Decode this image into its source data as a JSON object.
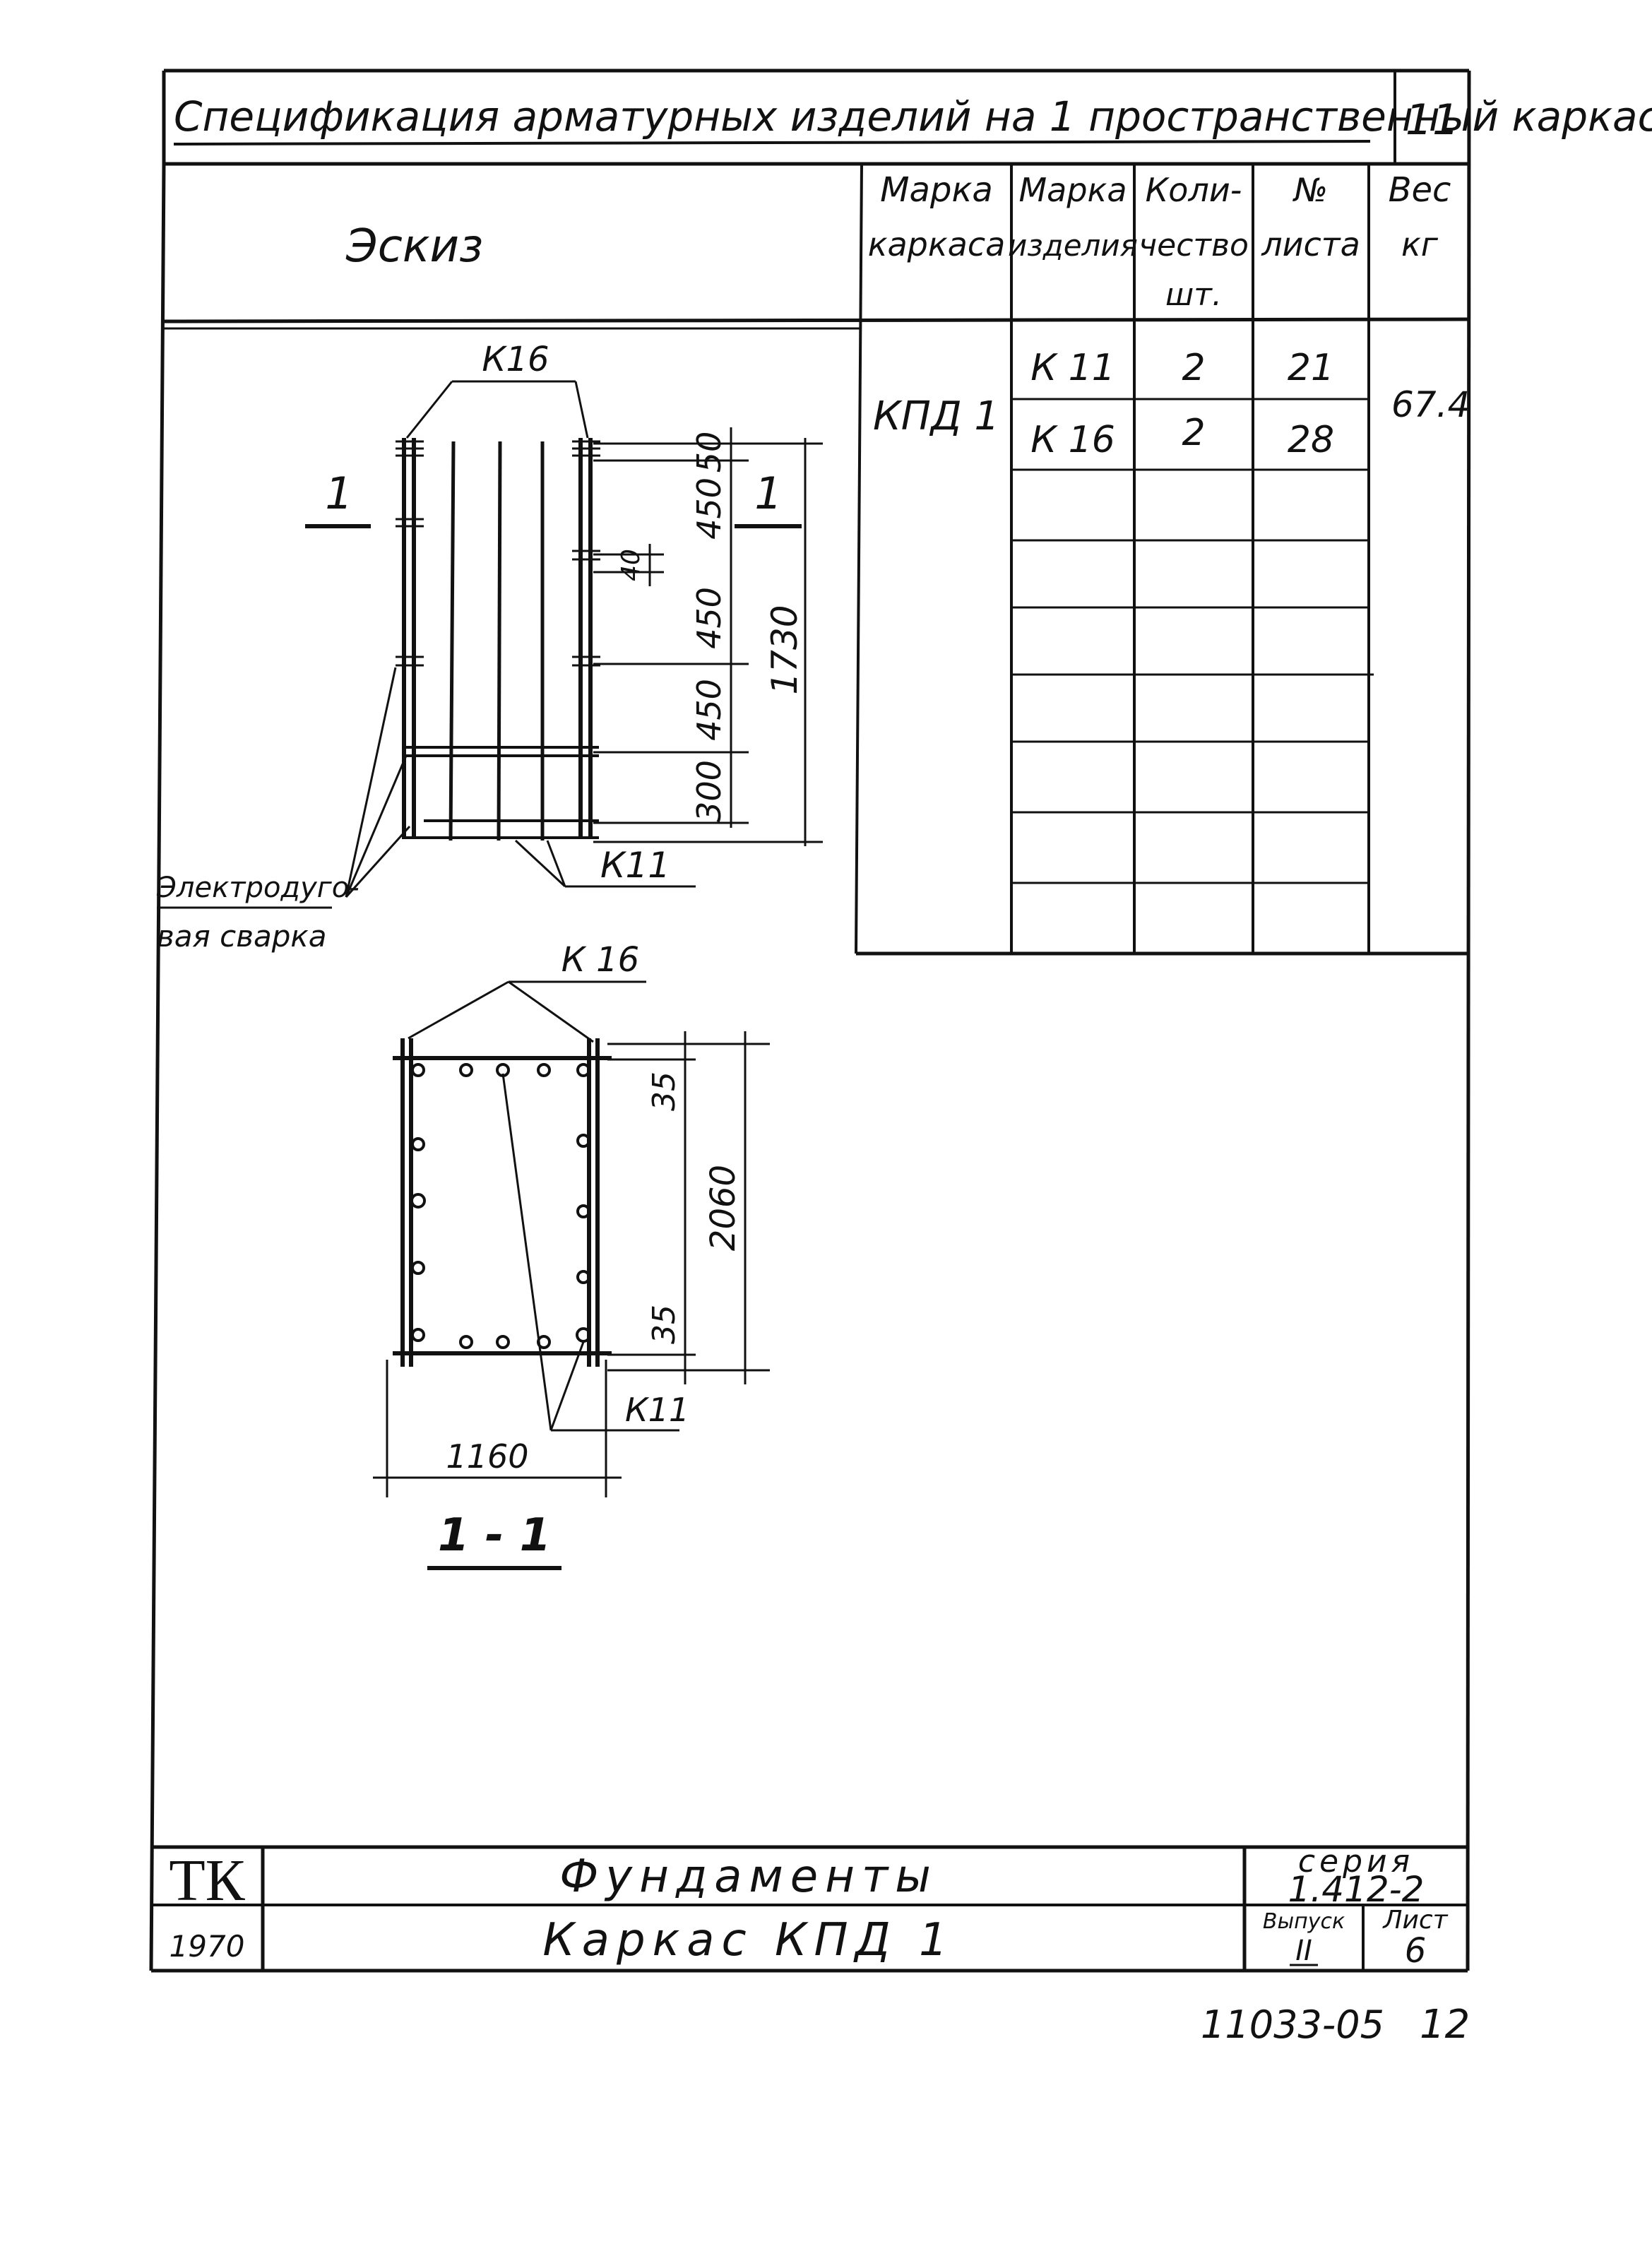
{
  "header": {
    "title": "Спецификация арматурных изделий на 1 пространственный каркас",
    "page_number": "11"
  },
  "table": {
    "sketch_header": "Эскиз",
    "columns": [
      {
        "line1": "Марка",
        "line2": "каркаса",
        "line3": ""
      },
      {
        "line1": "Марка",
        "line2": "изделия",
        "line3": ""
      },
      {
        "line1": "Коли-",
        "line2": "чество",
        "line3": "шт."
      },
      {
        "line1": "№",
        "line2": "листа",
        "line3": ""
      },
      {
        "line1": "Вес",
        "line2": "кг",
        "line3": ""
      }
    ],
    "frame_mark": "КПД 1",
    "weight": "67.4",
    "rows": [
      {
        "item": "К 11",
        "qty": "2",
        "sheet": "21"
      },
      {
        "item": "К 16",
        "qty": "2",
        "sheet": "28"
      }
    ]
  },
  "elevation": {
    "label_top": "К16",
    "section_mark_left": "1",
    "section_mark_right": "1",
    "dims": [
      "50",
      "450",
      "450",
      "450",
      "300"
    ],
    "dim_small": "40",
    "dim_total": "1730",
    "label_bottom": "К11",
    "weld_note_line1": "Электродуго-",
    "weld_note_line2": "вая сварка"
  },
  "section": {
    "label_top": "К 16",
    "dim_top": "35",
    "dim_height": "2060",
    "dim_bottom": "35",
    "label_bottom": "К11",
    "dim_width": "1160",
    "title": "1 - 1"
  },
  "stamp": {
    "logo": "ТК",
    "year": "1970",
    "title1": "Фундаменты",
    "title2": "Каркас КПД 1",
    "series_label": "серия",
    "series_value": "1.412-2",
    "issue_label": "Выпуск",
    "issue_value": "II",
    "sheet_label": "Лист",
    "sheet_value": "6"
  },
  "footer": {
    "code": "11033-05",
    "number": "12"
  }
}
